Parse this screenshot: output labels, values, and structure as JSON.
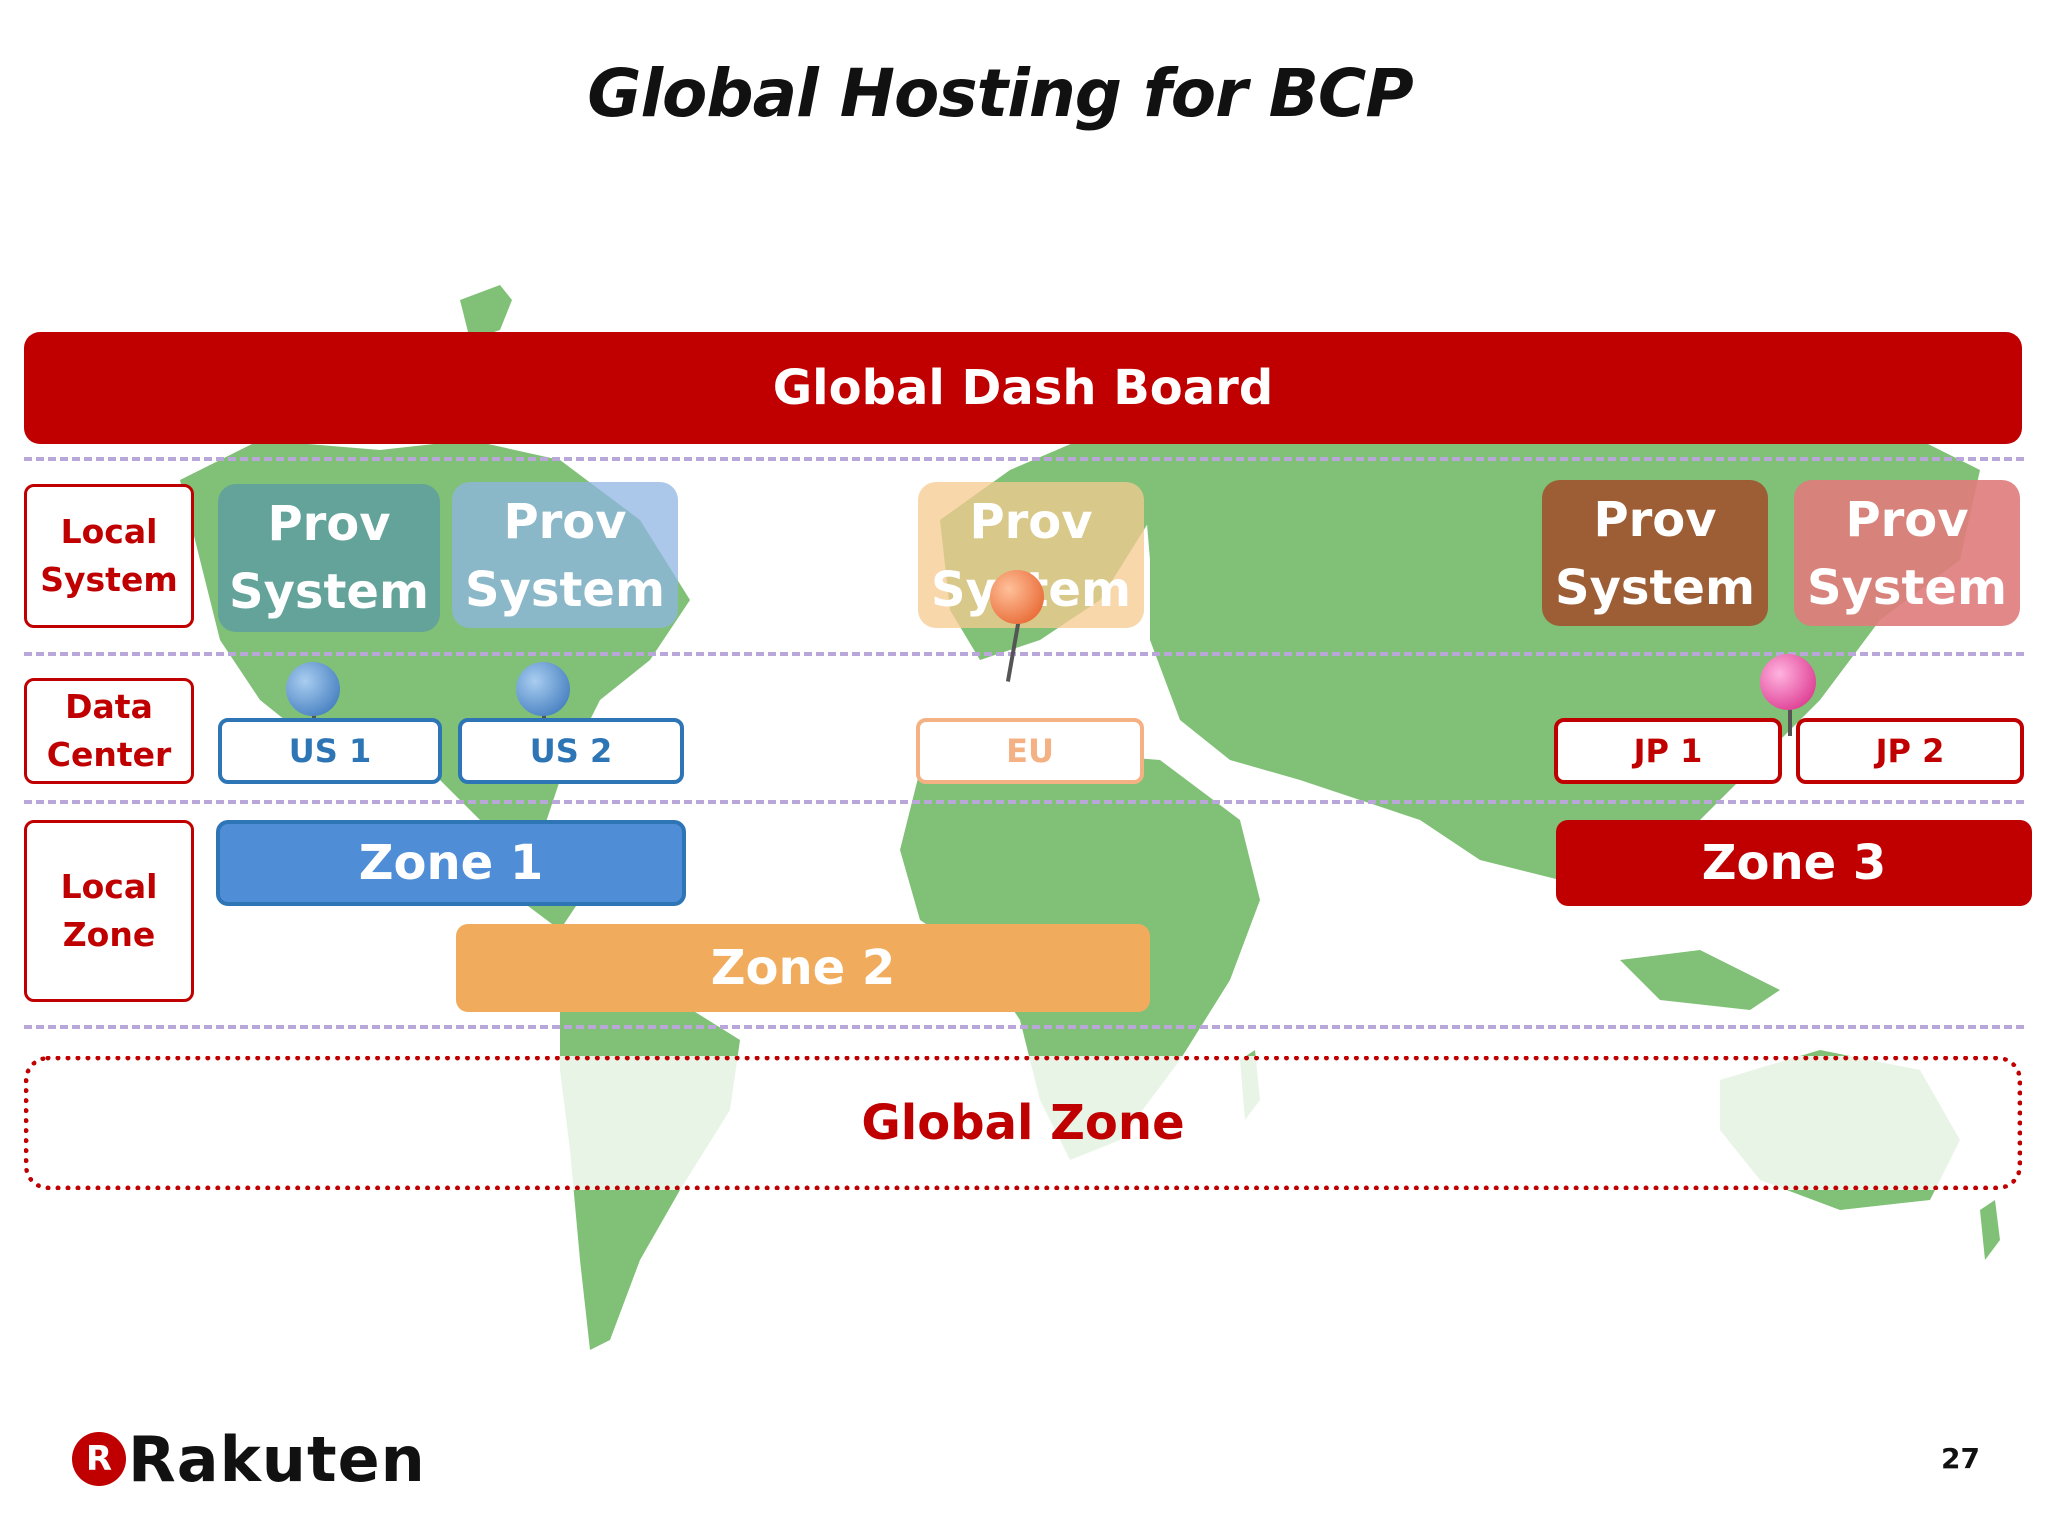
{
  "title": "Global Hosting for BCP",
  "dashboard": {
    "label": "Global Dash Board"
  },
  "row_labels": {
    "local_system": [
      "Local",
      "System"
    ],
    "data_center": [
      "Data",
      "Center"
    ],
    "local_zone": [
      "Local",
      "Zone"
    ]
  },
  "prov_systems": [
    {
      "line1": "Prov",
      "line2": "System",
      "color": "#5f9ea0"
    },
    {
      "line1": "Prov",
      "line2": "System",
      "color": "#8fb4e3"
    },
    {
      "line1": "Prov",
      "line2": "System",
      "color": "#f5c98f"
    },
    {
      "line1": "Prov",
      "line2": "System",
      "color": "#a0522d"
    },
    {
      "line1": "Prov",
      "line2": "System",
      "color": "#e07b7b"
    }
  ],
  "data_centers": [
    {
      "label": "US 1",
      "color": "#2e75b6"
    },
    {
      "label": "US 2",
      "color": "#2e75b6"
    },
    {
      "label": "EU",
      "color": "#f4b183"
    },
    {
      "label": "JP 1",
      "color": "#c00000"
    },
    {
      "label": "JP 2",
      "color": "#c00000"
    }
  ],
  "zones": [
    {
      "label": "Zone 1",
      "color": "#4f8ed6"
    },
    {
      "label": "Zone 2",
      "color": "#f0ab5c"
    },
    {
      "label": "Zone 3",
      "color": "#c00000"
    }
  ],
  "global_zone": {
    "label": "Global Zone"
  },
  "footer": {
    "logo_mark": "R",
    "logo_text": "Rakuten",
    "page_number": "27"
  },
  "colors": {
    "brand_red": "#c00000",
    "map_green": "#80c177",
    "dash_lavender": "#b9a7d9"
  }
}
